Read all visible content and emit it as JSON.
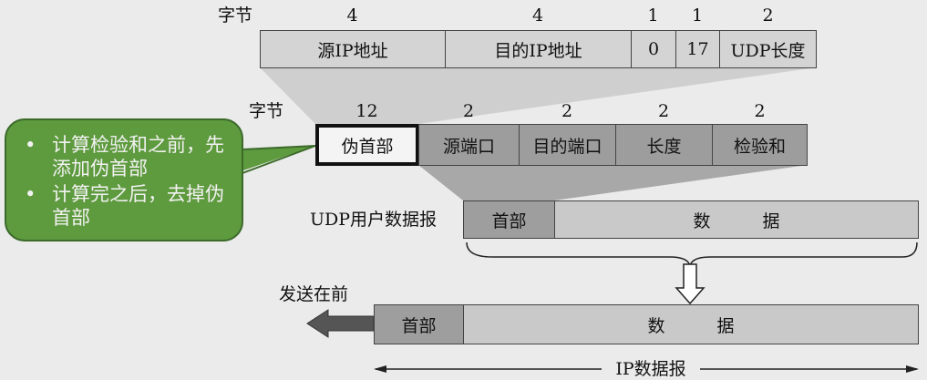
{
  "top_row": {
    "unit_label": "字节",
    "bytes": [
      "4",
      "4",
      "1",
      "1",
      "2"
    ],
    "fields": [
      "源IP地址",
      "目的IP地址",
      "0",
      "17",
      "UDP长度"
    ]
  },
  "mid_row": {
    "unit_label": "字节",
    "bytes": [
      "12",
      "2",
      "2",
      "2",
      "2"
    ],
    "fields": [
      "伪首部",
      "源端口",
      "目的端口",
      "长度",
      "检验和"
    ]
  },
  "callout": {
    "items": [
      "计算检验和之前，先添加伪首部",
      "计算完之后，去掉伪首部"
    ]
  },
  "udp": {
    "label": "UDP用户数据报",
    "header": "首部",
    "data": "数　　　据"
  },
  "ip": {
    "send_first": "发送在前",
    "header": "首部",
    "data": "数　　　据",
    "label": "IP数据报"
  }
}
